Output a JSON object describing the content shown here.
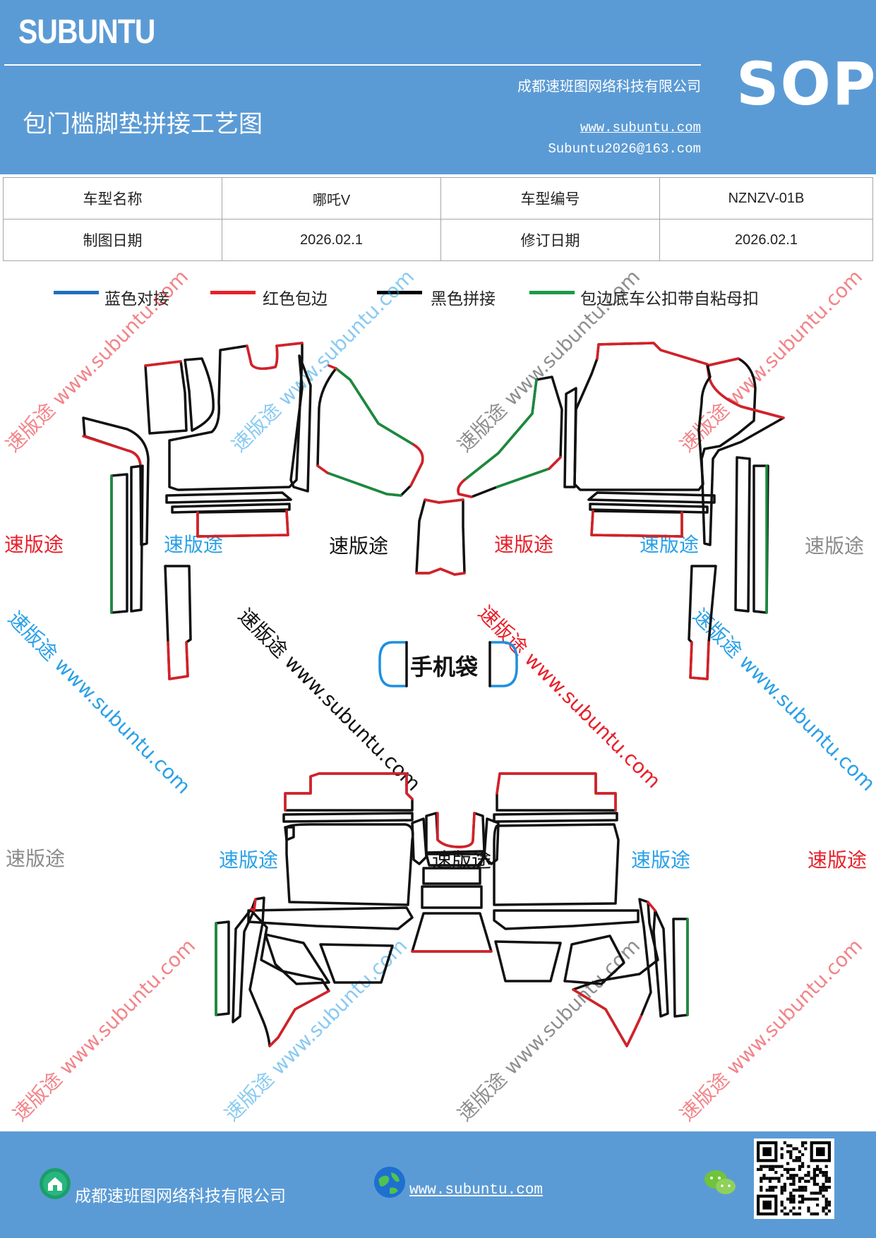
{
  "header": {
    "brand": "SUBUNTU",
    "badge": "SOP",
    "company": "成都速班图网络科技有限公司",
    "title": "包门槛脚垫拼接工艺图",
    "website": "www.subuntu.com",
    "email": "Subuntu2026@163.com"
  },
  "info_table": {
    "row1": {
      "label_a": "车型名称",
      "value_a": "哪吒V",
      "label_b": "车型编号",
      "value_b": "NZNZV-01B"
    },
    "row2": {
      "label_a": "制图日期",
      "value_a": "2026.02.1",
      "label_b": "修订日期",
      "value_b": "2026.02.1"
    }
  },
  "legend": [
    {
      "label": "蓝色对接",
      "color": "#1f6fbf"
    },
    {
      "label": "红色包边",
      "color": "#e8202a"
    },
    {
      "label": "黑色拼接",
      "color": "#000000"
    },
    {
      "label": "包边底车公扣带自粘母扣",
      "color": "#1a9a48"
    }
  ],
  "diagram": {
    "phone_bag_label": "手机袋",
    "stroke_colors": {
      "black": "#111111",
      "red": "#d62028",
      "green": "#1a8a3c",
      "blue": "#1f8fe0"
    }
  },
  "watermarks": {
    "brand": "速版途",
    "url": "www.subuntu.com",
    "combo": "速版途 www.subuntu.com",
    "colors": {
      "red": "#e8202a",
      "blue": "#2aa0e8",
      "black": "#111111",
      "gray": "#8a8a8a"
    }
  },
  "footer": {
    "company": "成都速班图网络科技有限公司",
    "website": "www.subuntu.com",
    "icons": [
      "home-icon",
      "globe-icon",
      "wechat-icon",
      "qr-code"
    ]
  }
}
